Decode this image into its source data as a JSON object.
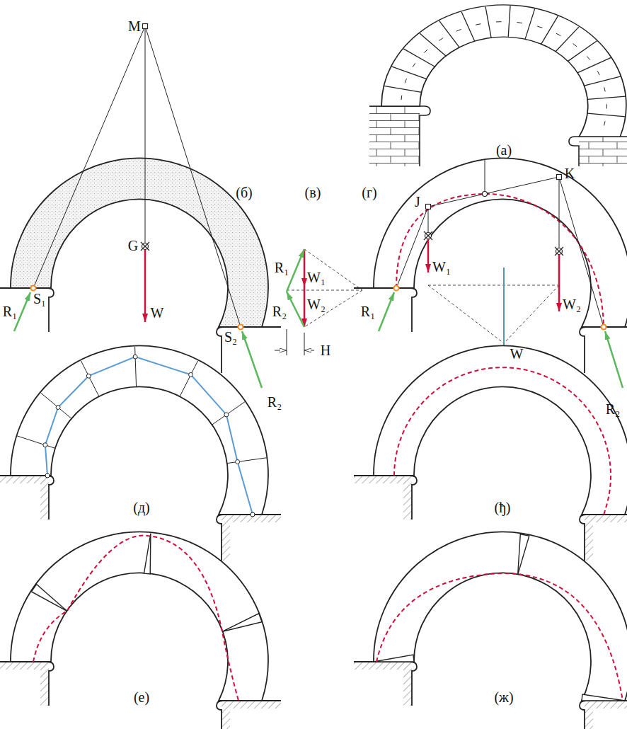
{
  "diagram": {
    "labels": [
      "(а)",
      "M",
      "(б)",
      "(в)",
      "(г)",
      "J",
      "K",
      "S₁",
      "R₁",
      "G",
      "W",
      "S₂",
      "R₂",
      "R₁",
      "W₁",
      "W₂",
      "R₂",
      "H",
      "W₁",
      "W₂",
      "W",
      "R₁",
      "R₂",
      "(д)",
      "(ђ)",
      "(е)",
      "(ж)"
    ]
  }
}
